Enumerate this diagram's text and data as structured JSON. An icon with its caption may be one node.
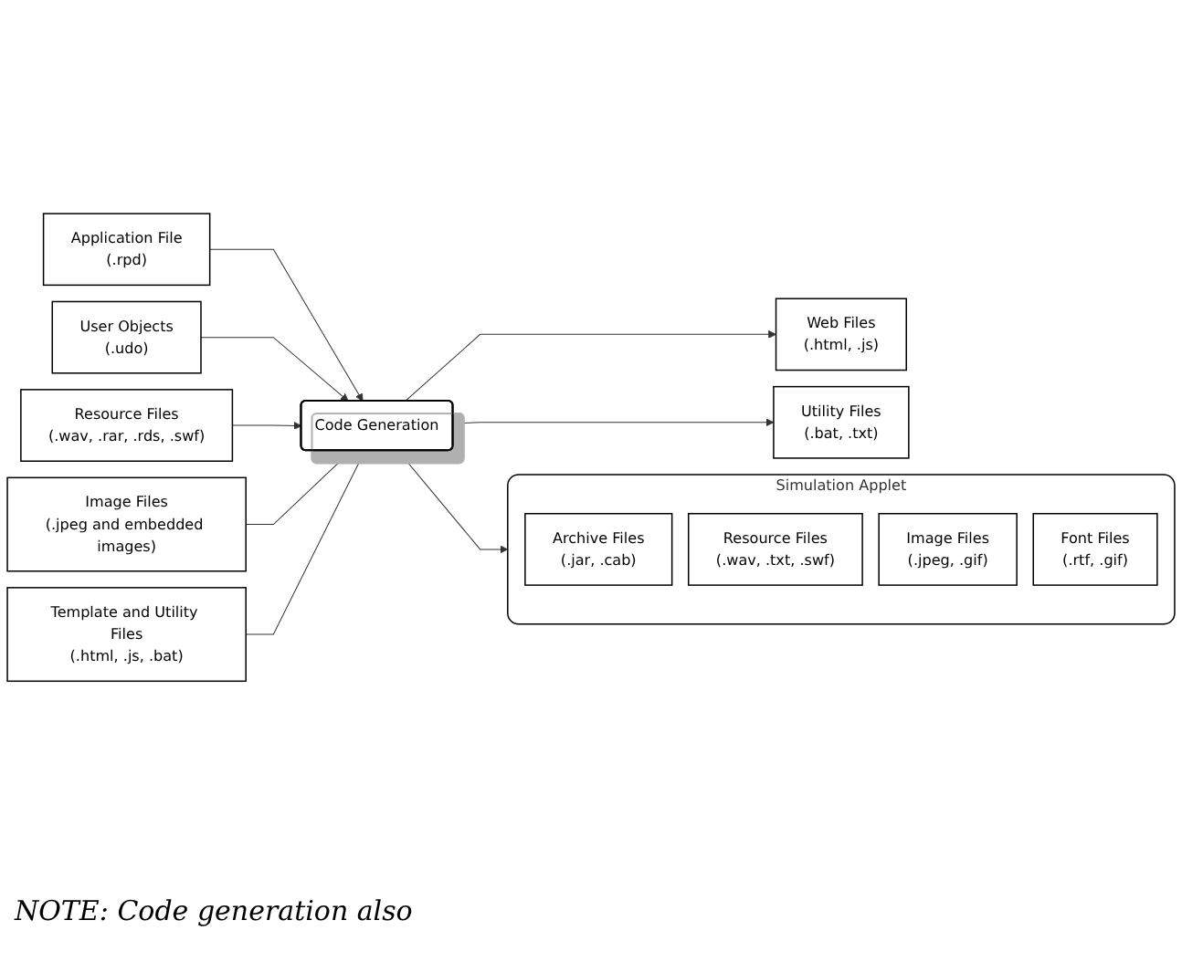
{
  "diagram": {
    "nodes": [
      {
        "text": [
          "Application File",
          "(.rpd)"
        ]
      },
      {
        "text": [
          "User Objects",
          "(.udo)"
        ]
      },
      {
        "text": [
          "Resource Files",
          "(.wav, .rar, .rds, .swf)"
        ]
      },
      {
        "text": [
          "Image Files",
          "(.jpeg and embedded images)"
        ]
      },
      {
        "text": [
          "Template and Utility Files",
          "(.html, .js, .bat)"
        ]
      },
      {
        "text": [
          "Code Generation"
        ]
      },
      {
        "text": [
          "Web Files",
          "(.html, .js)"
        ]
      },
      {
        "text": [
          "Utility Files",
          "(.bat, .txt)"
        ]
      },
      {
        "text": [
          "Simulation Applet"
        ]
      },
      {
        "text": [
          "Archive Files",
          "(.jar, .cab)"
        ],
        "in": 8
      },
      {
        "text": [
          "Resource Files",
          "(.wav, .txt, .swf)"
        ],
        "in": 8
      },
      {
        "text": [
          "Image Files",
          "(.jpeg, .gif)"
        ],
        "in": 8
      },
      {
        "text": [
          "Font Files",
          "(.rtf, .gif)"
        ],
        "in": 8
      }
    ],
    "edges": [
      {
        "from": 0,
        "to": 5,
        "arrow": "to"
      },
      {
        "from": 1,
        "to": 5,
        "arrow": "to"
      },
      {
        "from": 2,
        "to": 5,
        "arrow": "to"
      },
      {
        "from": 3,
        "to": 5,
        "arrow": "to"
      },
      {
        "from": 4,
        "to": 5,
        "arrow": "to"
      },
      {
        "from": 5,
        "to": 6,
        "arrow": "to"
      },
      {
        "from": 5,
        "to": 7,
        "arrow": "to"
      },
      {
        "from": 5,
        "to": 8,
        "arrow": "to"
      }
    ],
    "labels": [
      "NOTE: Code generation also"
    ]
  }
}
